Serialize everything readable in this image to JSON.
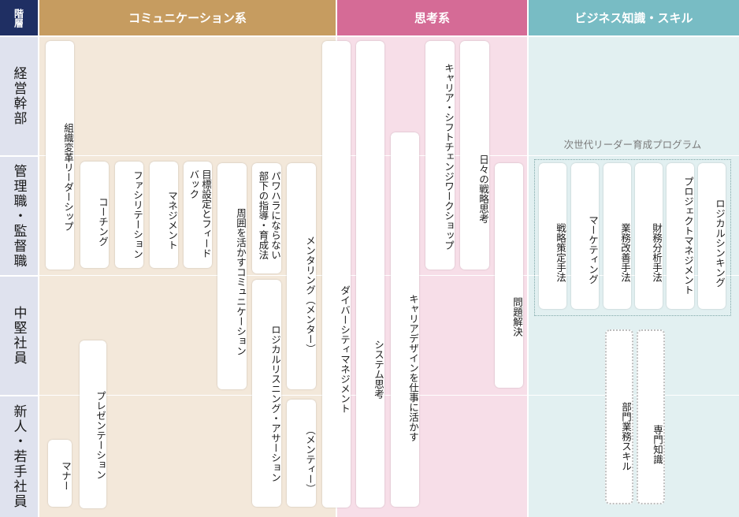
{
  "header": {
    "corner": "階層",
    "categories": [
      "コミュニケーション系",
      "思考系",
      "ビジネス知識・スキル"
    ]
  },
  "levels": [
    "経営幹部",
    "管理職・監督職",
    "中堅社員",
    "新人・若手社員"
  ],
  "program_label": "次世代リーダー育成プログラム",
  "programs": {
    "communication": [
      "組織変革リーダーシップ",
      "コーチング",
      "ファシリテーション",
      "マネジメント",
      "目標設定とフィードバック",
      "周囲を活かすコミュニケーション",
      "パワハラにならない部下の指導・育成法",
      "メンタリング（メンター）",
      "ロジカルリスニング・アサーション",
      "（メンティー）",
      "プレゼンテーション",
      "マナー"
    ],
    "thinking": [
      "ダイバーシティマネジメント",
      "システム思考",
      "キャリアデザインを仕事に活かす",
      "キャリア・シフトチェンジワークショップ",
      "日々の戦略思考",
      "問題解決"
    ],
    "business": [
      "戦略策定手法",
      "マーケティング",
      "業務改善手法",
      "財務分析手法",
      "プロジェクトマネジメント",
      "ロジカルシンキング",
      "部門業務スキル",
      "専門知識"
    ]
  },
  "colors": {
    "corner": "#1f2f63",
    "communication_header": "#c69c60",
    "thinking_header": "#d56b96",
    "business_header": "#78bcc4",
    "communication_bg": "#f3e8da",
    "thinking_bg": "#f7dee8",
    "business_bg": "#e2f0f1",
    "level_bg": "#dfe2ee"
  }
}
